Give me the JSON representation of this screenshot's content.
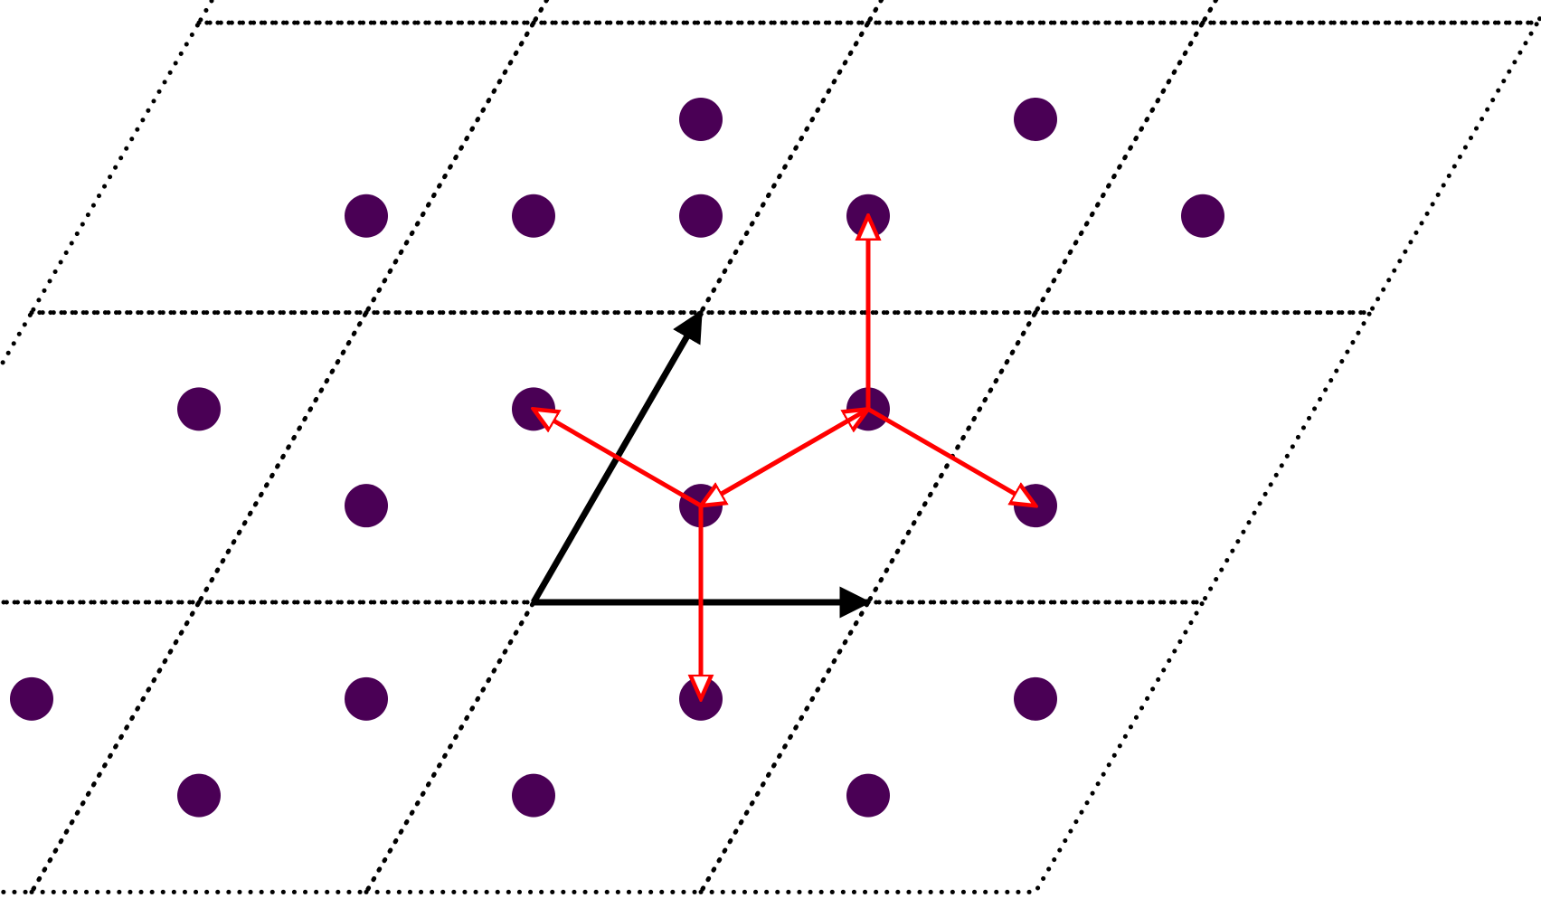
{
  "diagram": {
    "colors": {
      "atom": "#4a0055",
      "cell_border": "#000000",
      "lattice_vector": "#000000",
      "neighbor_vector": "#ff0000",
      "background": "#ffffff"
    },
    "lattice": {
      "a1": [
        1,
        0
      ],
      "a2": [
        0.5,
        0.8660254
      ],
      "cell_range_i": [
        -2,
        1
      ],
      "cell_range_j": [
        -1,
        2
      ],
      "origin": [
        0,
        0
      ]
    },
    "atoms": [
      [
        -1.0,
        -0.5774
      ],
      [
        -1.0,
        0.5774
      ],
      [
        -1.5,
        -0.2887
      ],
      [
        0.0,
        -0.5774
      ],
      [
        0.0,
        0.5774
      ],
      [
        -0.5,
        -0.2887
      ],
      [
        -0.5,
        0.2887
      ],
      [
        1.0,
        -0.5774
      ],
      [
        1.0,
        0.5774
      ],
      [
        0.5,
        -0.2887
      ],
      [
        0.5,
        0.2887
      ],
      [
        1.5,
        -0.2887
      ],
      [
        1.5,
        0.2887
      ],
      [
        -0.5,
        1.1547
      ],
      [
        0.5,
        1.1547
      ],
      [
        0.5,
        1.4434
      ],
      [
        0.0,
        1.1547
      ],
      [
        1.0,
        1.1547
      ],
      [
        1.5,
        1.4434
      ],
      [
        2.0,
        1.1547
      ]
    ],
    "lattice_vectors": [
      {
        "from": [
          0,
          0
        ],
        "to": [
          1,
          0
        ]
      },
      {
        "from": [
          0,
          0
        ],
        "to": [
          0.5,
          0.8660254
        ]
      }
    ],
    "neighbor_vectors": [
      {
        "from": [
          0.5,
          0.2887
        ],
        "to": [
          1.0,
          0.5774
        ]
      },
      {
        "from": [
          0.5,
          0.2887
        ],
        "to": [
          0.0,
          0.5774
        ]
      },
      {
        "from": [
          0.5,
          0.2887
        ],
        "to": [
          0.5,
          -0.2887
        ]
      },
      {
        "from": [
          1.0,
          0.5774
        ],
        "to": [
          0.5,
          0.2887
        ]
      },
      {
        "from": [
          1.0,
          0.5774
        ],
        "to": [
          1.5,
          0.2887
        ]
      },
      {
        "from": [
          1.0,
          0.5774
        ],
        "to": [
          1.0,
          1.1547
        ]
      }
    ]
  }
}
